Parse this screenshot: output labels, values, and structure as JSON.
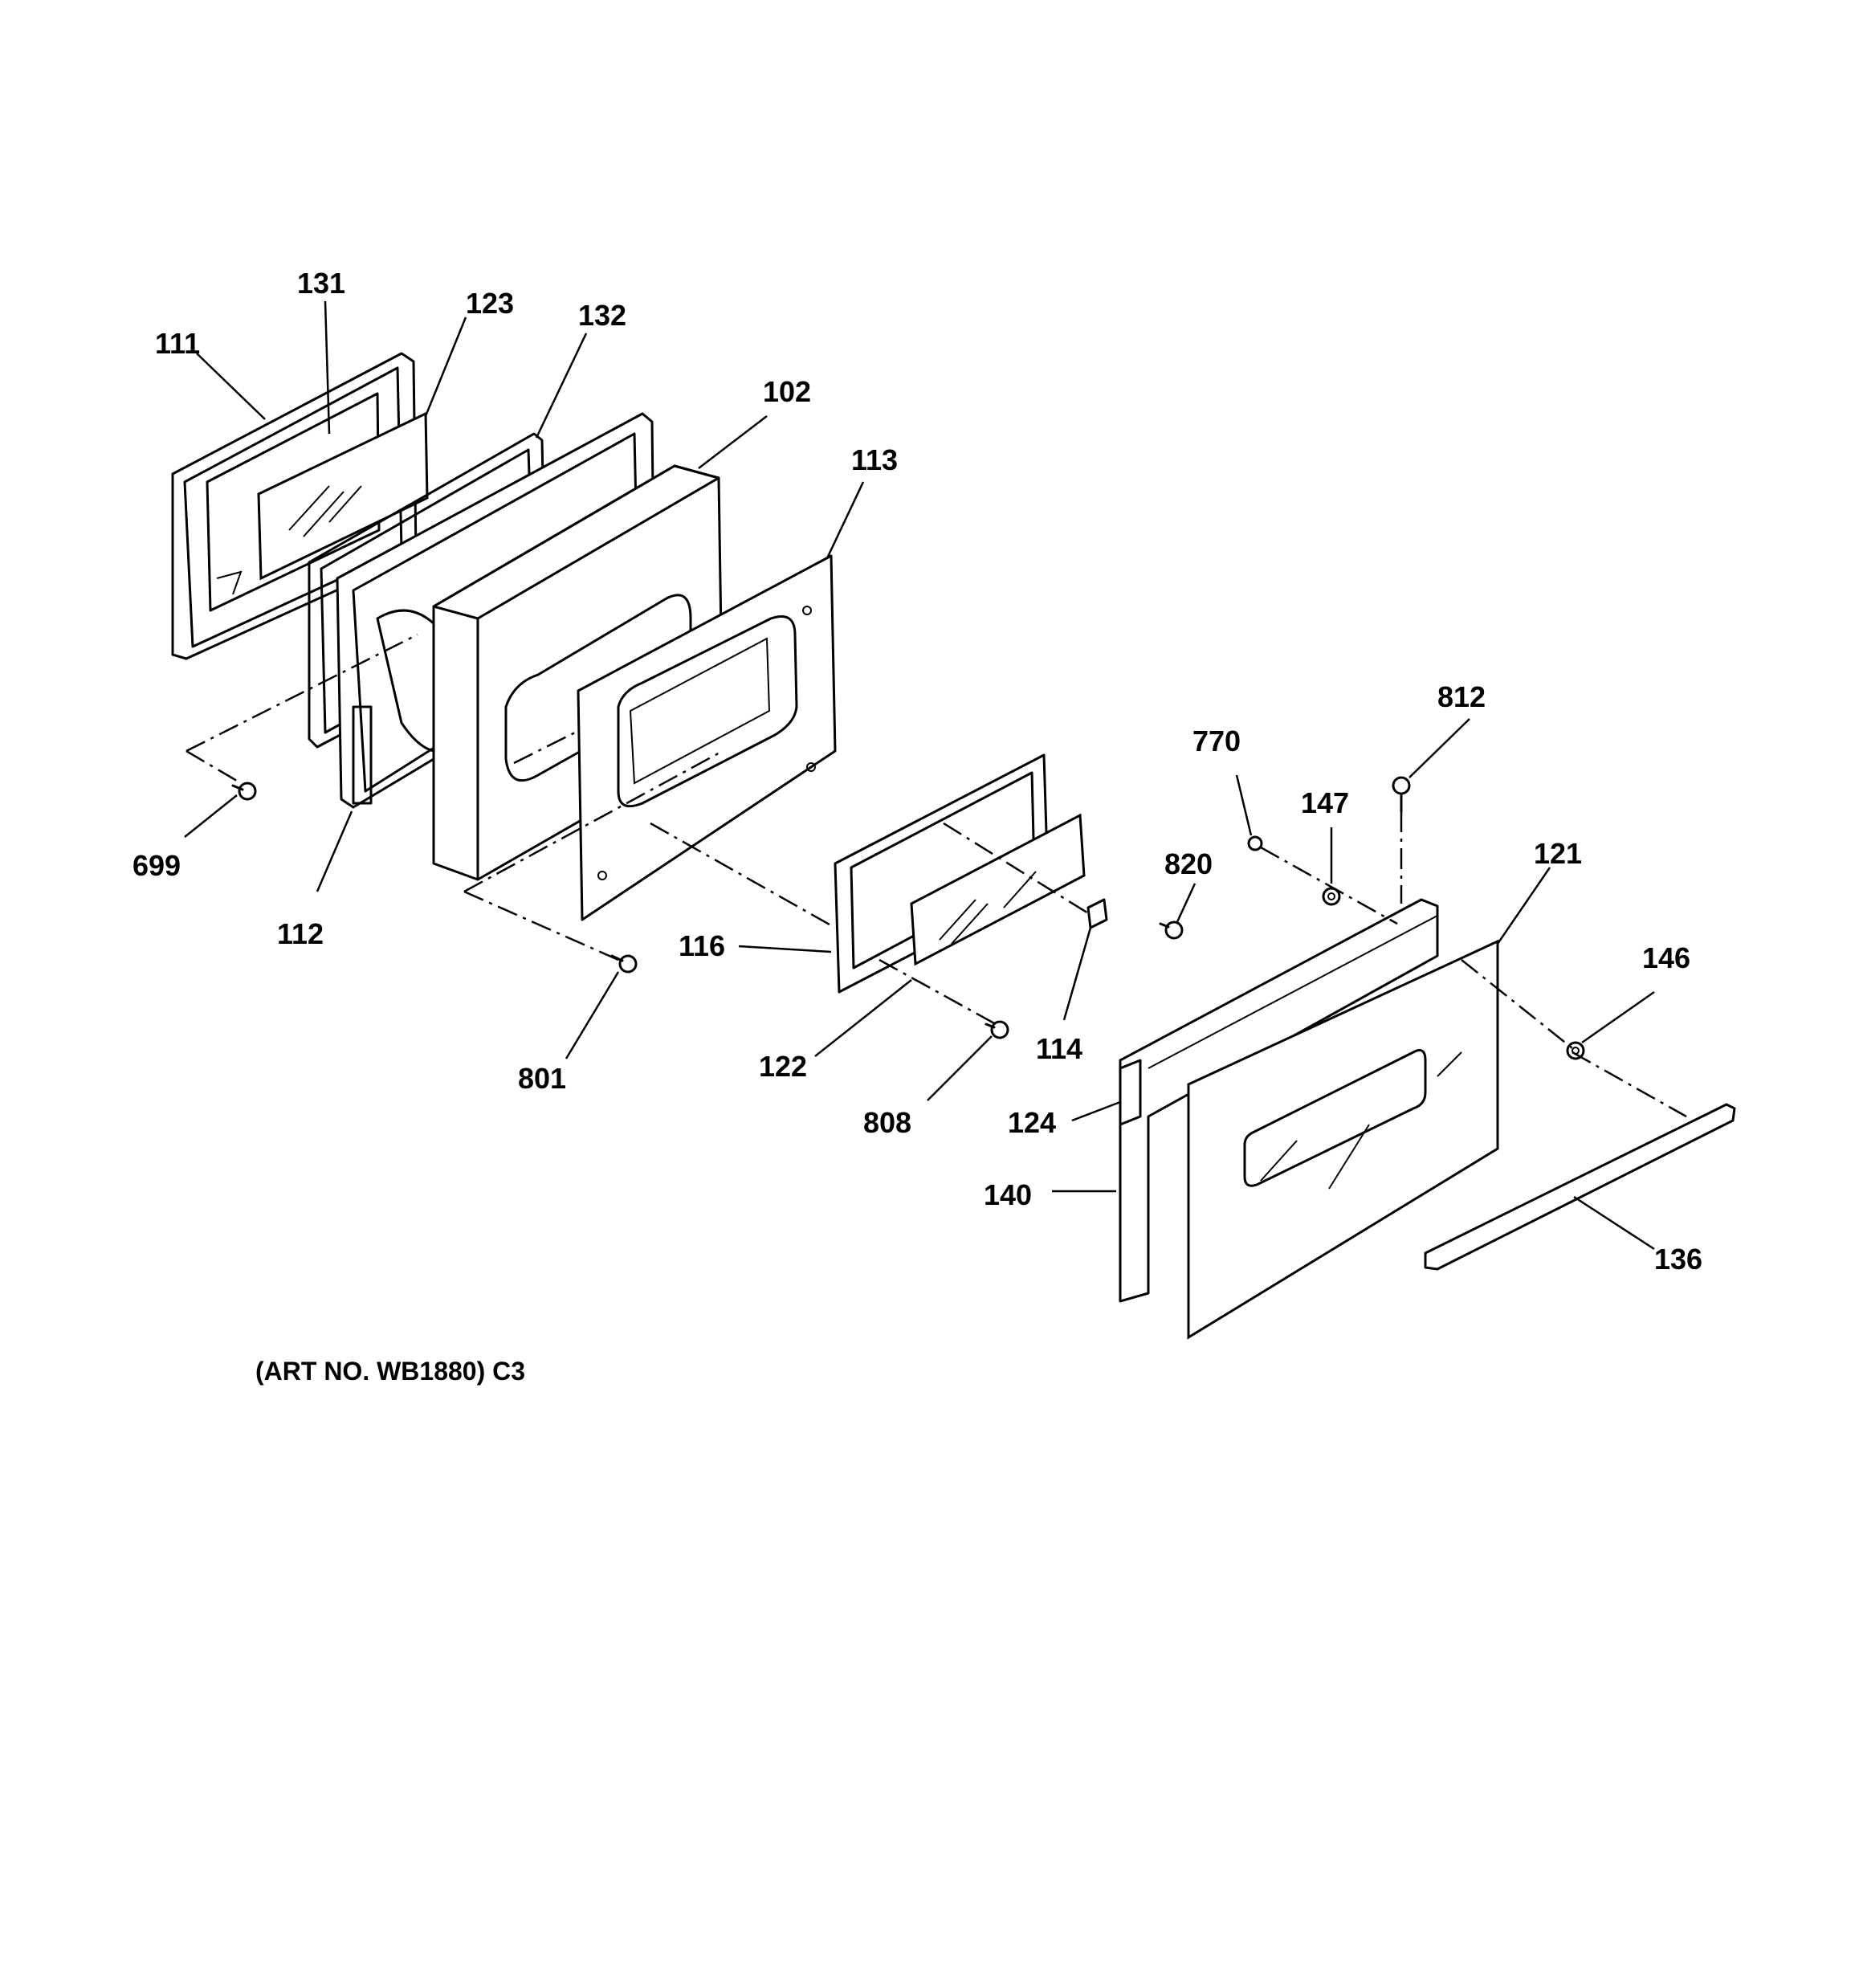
{
  "title": "",
  "caption": "(ART NO. WB1880) C3",
  "part_labels": {
    "p111": "111",
    "p131": "131",
    "p123": "123",
    "p132": "132",
    "p102": "102",
    "p113": "113",
    "p699": "699",
    "p112": "112",
    "p801": "801",
    "p116": "116",
    "p122": "122",
    "p808": "808",
    "p114": "114",
    "p820": "820",
    "p770": "770",
    "p147": "147",
    "p812": "812",
    "p121": "121",
    "p146": "146",
    "p124": "124",
    "p140": "140",
    "p136": "136"
  }
}
